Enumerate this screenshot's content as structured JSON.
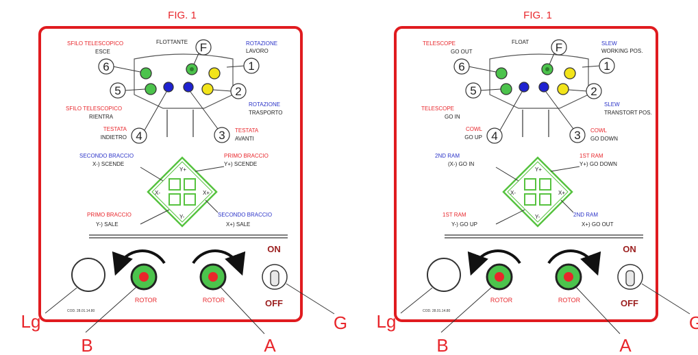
{
  "colors": {
    "red": "#e8262b",
    "blue": "#2b33c8",
    "green_led": "#4cc34c",
    "yellow_led": "#f2e41a",
    "blue_led": "#1f22d0",
    "cross_green": "#55c23e",
    "text_dark": "#222222",
    "frame": "#e01b1f"
  },
  "common": {
    "numbers": [
      "1",
      "2",
      "3",
      "4",
      "5",
      "6",
      "F"
    ],
    "cross": {
      "up": "Y+",
      "down": "Y-",
      "left": "X-",
      "right": "X+"
    },
    "rotor_label": "ROTOR",
    "on_label": "ON",
    "off_label": "OFF",
    "code_text": "COD. 28.01.14.80",
    "callouts": {
      "lg": "Lg",
      "b": "B",
      "a": "A",
      "g": "G"
    }
  },
  "panels": [
    {
      "fig_title": "FIG. 1",
      "float_label": "FLOTTANTE",
      "tl_red": "SFILO TELESCOPICO",
      "tl_dark": "ESCE",
      "tr_blue": "ROTAZIONE",
      "tr_dark": "LAVORO",
      "ml_red": "SFILO TELESCOPICO",
      "ml_dark": "RIENTRA",
      "mr_blue": "ROTAZIONE",
      "mr_dark": "TRASPORTO",
      "l4_red": "TESTATA",
      "l4_dark": "INDIETRO",
      "r3_red": "TESTATA",
      "r3_dark": "AVANTI",
      "cul_blue": "SECONDO BRACCIO",
      "cul_dark": "X-) SCENDE",
      "cur_red": "PRIMO BRACCIO",
      "cur_dark": "Y+) SCENDE",
      "cll_red": "PRIMO BRACCIO",
      "cll_dark": "Y-) SALE",
      "clr_blue": "SECONDO BRACCIO",
      "clr_dark": "X+) SALE"
    },
    {
      "fig_title": "FIG. 1",
      "float_label": "FLOAT",
      "tl_red": "TELESCOPE",
      "tl_dark": "GO OUT",
      "tr_blue": "SLEW",
      "tr_dark": "WORKING POS.",
      "ml_red": "TELESCOPE",
      "ml_dark": "GO IN",
      "mr_blue": "SLEW",
      "mr_dark": "TRANSTORT POS.",
      "l4_red": "COWL",
      "l4_dark": "GO UP",
      "r3_red": "COWL",
      "r3_dark": "GO DOWN",
      "cul_blue": "2ND RAM",
      "cul_dark": "(X-) GO IN",
      "cur_red": "1ST RAM",
      "cur_dark": "Y+) GO DOWN",
      "cll_red": "1ST RAM",
      "cll_dark": "Y-) GO UP",
      "clr_blue": "2ND RAM",
      "clr_dark": "X+) GO OUT"
    }
  ]
}
